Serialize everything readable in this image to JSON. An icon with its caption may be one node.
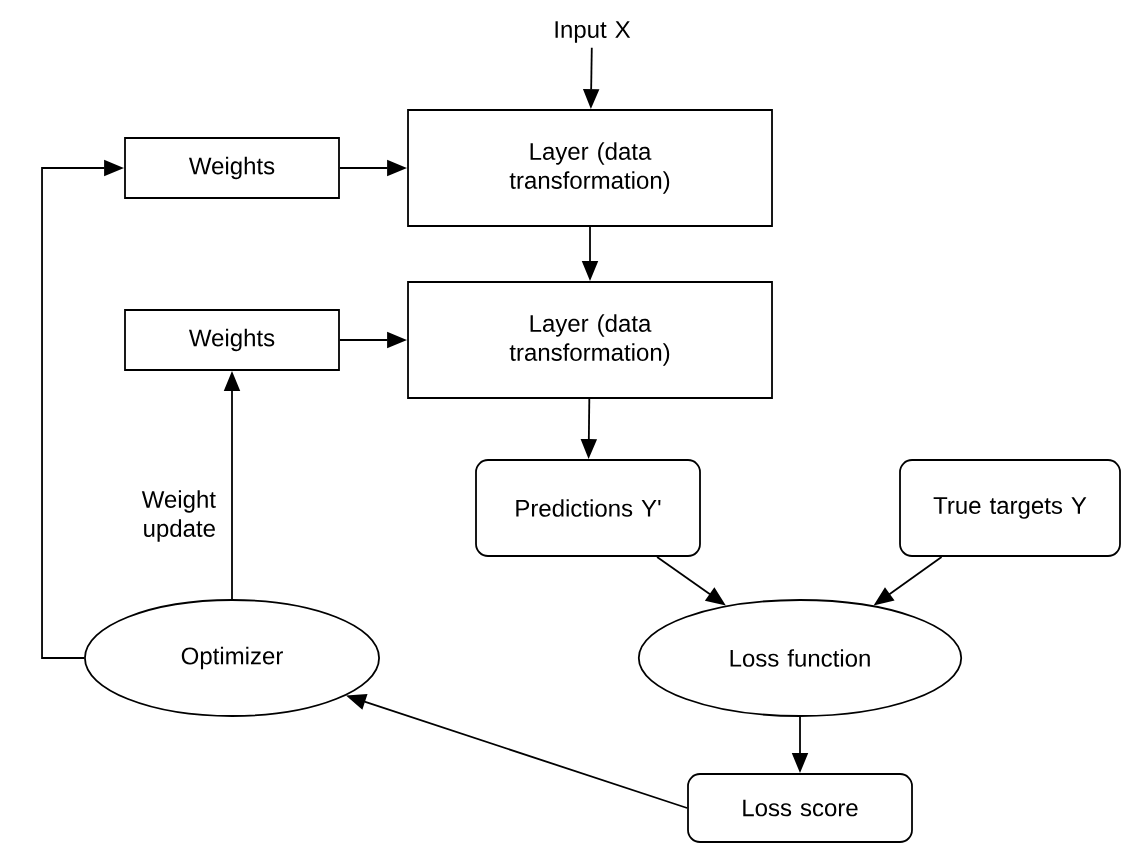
{
  "diagram": {
    "nodes": [
      {
        "text": [
          "Input X"
        ]
      },
      {
        "text": [
          "Weights"
        ]
      },
      {
        "text": [
          "Layer (data transformation)"
        ]
      },
      {
        "text": [
          "Weights"
        ]
      },
      {
        "text": [
          "Layer (data transformation)"
        ]
      },
      {
        "text": [
          "Predictions Y'"
        ]
      },
      {
        "text": [
          "True targets Y"
        ]
      },
      {
        "text": [
          "Optimizer"
        ]
      },
      {
        "text": [
          "Loss function"
        ]
      },
      {
        "text": [
          "Loss score"
        ]
      }
    ],
    "edges": [
      {
        "from": 0,
        "to": 2,
        "arrow": "to"
      },
      {
        "from": 1,
        "to": 2,
        "arrow": "to"
      },
      {
        "from": 2,
        "to": 4,
        "arrow": "to"
      },
      {
        "from": 3,
        "to": 4,
        "arrow": "to"
      },
      {
        "from": 4,
        "to": 5,
        "arrow": "to"
      },
      {
        "from": 5,
        "to": 8,
        "arrow": "to"
      },
      {
        "from": 6,
        "to": 8,
        "arrow": "to"
      },
      {
        "from": 8,
        "to": 9,
        "arrow": "to"
      },
      {
        "from": 9,
        "to": 7,
        "arrow": "to"
      },
      {
        "from": 7,
        "to": 3,
        "arrow": "to",
        "label": "Weight update"
      },
      {
        "from": 7,
        "to": 1,
        "arrow": "to"
      }
    ]
  }
}
